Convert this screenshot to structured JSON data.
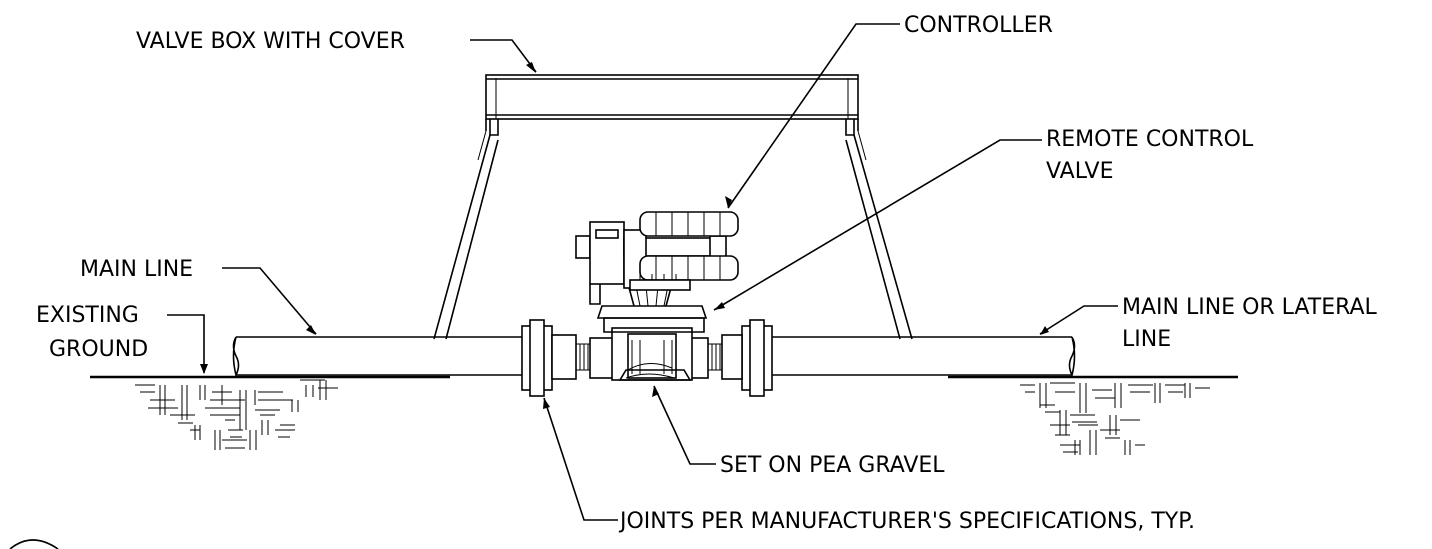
{
  "labels": {
    "valve_box": "VALVE BOX WITH COVER",
    "controller": "CONTROLLER",
    "remote_valve_line1": "REMOTE CONTROL",
    "remote_valve_line2": "VALVE",
    "main_line": "MAIN LINE",
    "existing_ground_line1": "EXISTING",
    "existing_ground_line2": "GROUND",
    "main_or_lateral_line1": "MAIN LINE OR LATERAL",
    "main_or_lateral_line2": "LINE",
    "pea_gravel": "SET ON PEA GRAVEL",
    "joints": "JOINTS PER MANUFACTURER'S SPECIFICATIONS, TYP."
  }
}
